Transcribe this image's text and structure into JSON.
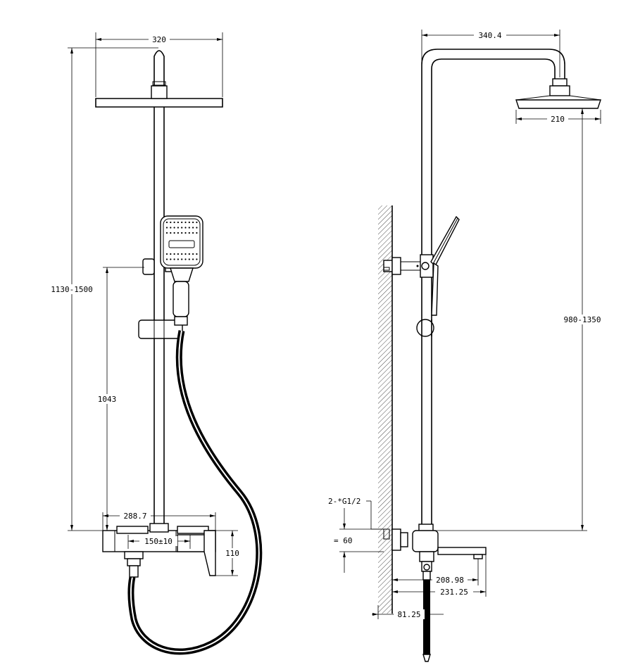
{
  "dimensions": {
    "front_head_width": "320",
    "front_total_height": "1130-1500",
    "front_slider_height": "1043",
    "front_mixer_width": "288.7",
    "front_inlet_spacing": "150±10",
    "front_mixer_height": "110",
    "side_arm_reach": "340.4",
    "side_head_width": "210",
    "side_head_height": "980-1350",
    "side_inlet_thread": "2-*G1/2",
    "side_inlet_offset": "= 60",
    "side_spout_a": "208.98",
    "side_spout_b": "231.25",
    "side_wall_offset": "81.25"
  },
  "colors": {
    "line": "#000000",
    "background": "#ffffff"
  }
}
